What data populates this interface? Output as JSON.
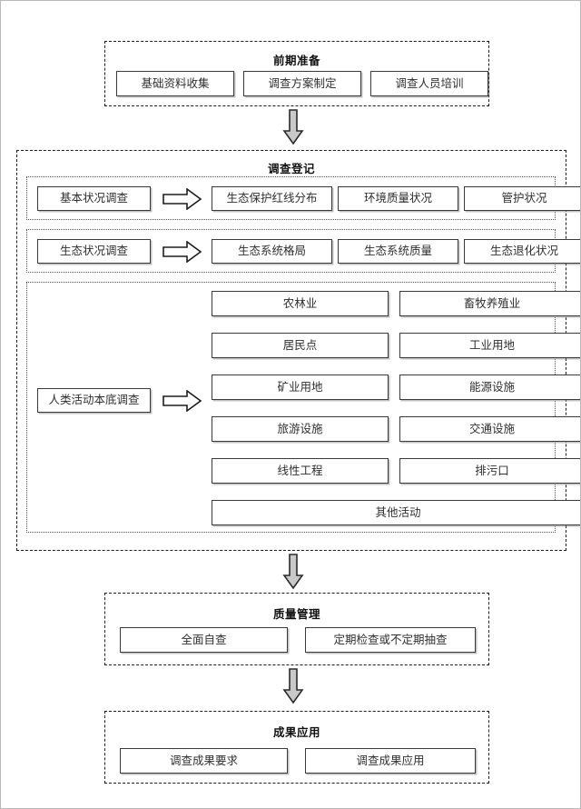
{
  "diagram": {
    "title_hidden": "",
    "sections": [
      {
        "id": "prep",
        "title": "前期准备",
        "boxes": [
          "基础资料收集",
          "调查方案制定",
          "调查人员培训"
        ]
      },
      {
        "id": "registration",
        "title": "调查登记",
        "groups": [
          {
            "id": "basic",
            "source": "基本状况调查",
            "items": [
              "生态保护红线分布",
              "环境质量状况",
              "管护状况"
            ]
          },
          {
            "id": "eco",
            "source": "生态状况调查",
            "items": [
              "生态系统格局",
              "生态系统质量",
              "生态退化状况"
            ]
          },
          {
            "id": "human",
            "source": "人类活动本底调查",
            "items": [
              "农林业",
              "畜牧养殖业",
              "居民点",
              "工业用地",
              "矿业用地",
              "能源设施",
              "旅游设施",
              "交通设施",
              "线性工程",
              "排污口"
            ],
            "full_width_item": "其他活动"
          }
        ]
      },
      {
        "id": "quality",
        "title": "质量管理",
        "boxes": [
          "全面自查",
          "定期检查或不定期抽查"
        ]
      },
      {
        "id": "results",
        "title": "成果应用",
        "boxes": [
          "调查成果要求",
          "调查成果应用"
        ]
      }
    ],
    "connectors": [
      {
        "id": "prep-to-registration",
        "kind": "down-arrow"
      },
      {
        "id": "registration-to-quality",
        "kind": "down-arrow"
      },
      {
        "id": "quality-to-results",
        "kind": "down-arrow"
      }
    ],
    "colors": {
      "arrow_fill": "#c9c9c9",
      "arrow_stroke": "#2b2b2b",
      "box_border": "#3a3a3a",
      "dashed_border": "#1d1d1d",
      "dotted_border": "#555555",
      "page_border": "#b9b9b9",
      "text": "#2f2f2f"
    }
  }
}
